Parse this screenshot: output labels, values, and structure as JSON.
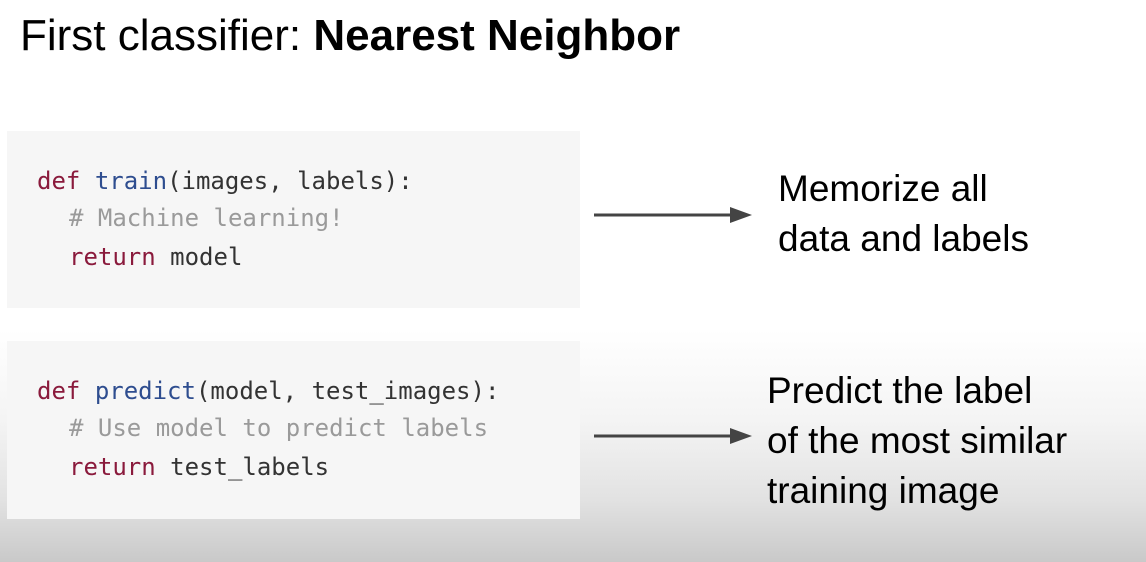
{
  "title": {
    "prefix": "First classifier: ",
    "bold": "Nearest Neighbor"
  },
  "train_block": {
    "line1": {
      "keyword": "def",
      "name": "train",
      "args": "(images, labels):"
    },
    "line2": "# Machine learning!",
    "line3": {
      "keyword": "return",
      "value": "model"
    },
    "note_lines": [
      "Memorize all",
      "data and labels"
    ]
  },
  "predict_block": {
    "line1": {
      "keyword": "def",
      "name": "predict",
      "args": "(model, test_images):"
    },
    "line2": "# Use model to predict labels",
    "line3": {
      "keyword": "return",
      "value": "test_labels"
    },
    "note_lines": [
      "Predict the label",
      "of the most similar",
      "training image"
    ]
  },
  "colors": {
    "keyword": "#8a1a3c",
    "function_name": "#2e4d8f",
    "comment": "#9a9a9a",
    "code_background": "#f6f6f6",
    "arrow": "#444444"
  }
}
